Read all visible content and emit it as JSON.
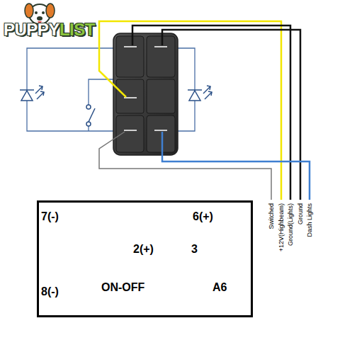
{
  "diagram": {
    "nodes": [
      {
        "text": [
          "ON-OFF",
          "A6"
        ]
      }
    ],
    "labels": [
      "PUPPY",
      "LIST",
      "Switched",
      "+12V(Highbeam)",
      "Ground(Lights)",
      "Ground",
      "Dash Lights",
      "7(-)",
      "6(+)",
      "2(+)",
      "3",
      "8(-)"
    ]
  }
}
